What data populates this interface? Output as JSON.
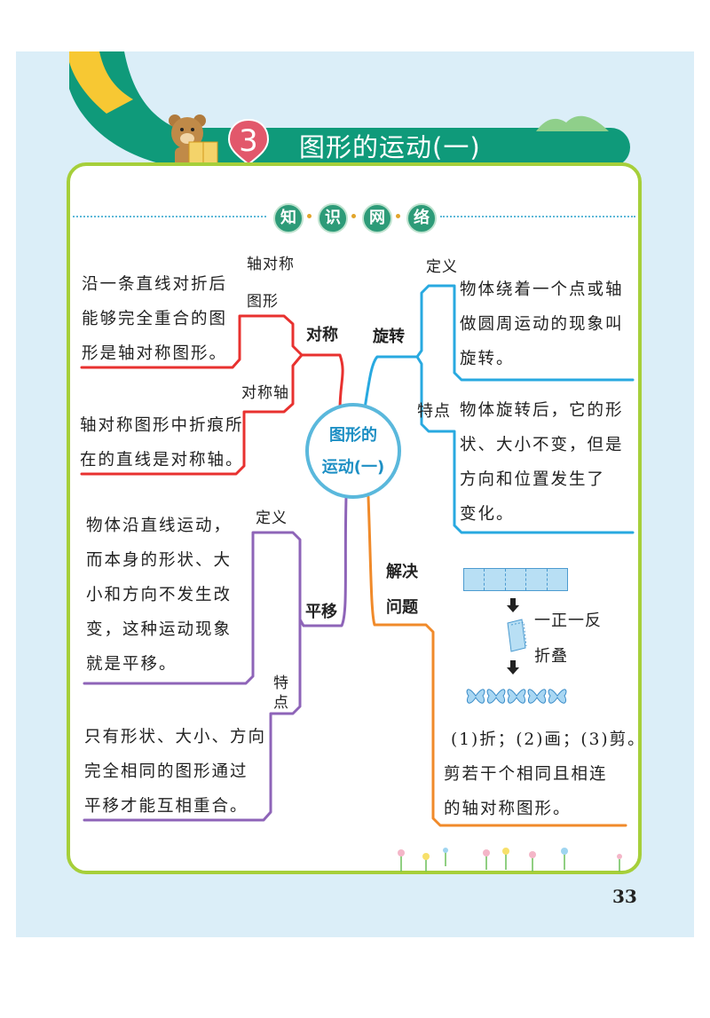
{
  "header": {
    "chapter_number": "3",
    "chapter_title": "图形的运动(一)",
    "section_title": [
      "知",
      "识",
      "网",
      "络"
    ]
  },
  "center_node": {
    "line1": "图形的",
    "line2": "运动(一)"
  },
  "branches": {
    "symmetry": {
      "label": "对称",
      "axis_figure": {
        "label_line1": "轴对称",
        "label_line2": "图形",
        "lines": [
          "沿一条直线对折后",
          "能够完全重合的图",
          "形是轴对称图形。"
        ]
      },
      "axis": {
        "label": "对称轴",
        "lines": [
          "轴对称图形中折痕所",
          "在的直线是对称轴。"
        ]
      }
    },
    "translation": {
      "label": "平移",
      "definition": {
        "label": "定义",
        "lines": [
          "物体沿直线运动，",
          "而本身的形状、大",
          "小和方向不发生改",
          "变，这种运动现象",
          "就是平移。"
        ]
      },
      "feature": {
        "label_line1": "特",
        "label_line2": "点",
        "lines": [
          "只有形状、大小、方向",
          "完全相同的图形通过",
          "平移才能互相重合。"
        ]
      }
    },
    "rotation": {
      "label": "旋转",
      "definition": {
        "label": "定义",
        "lines": [
          "物体绕着一个点或轴",
          "做圆周运动的现象叫",
          "旋转。"
        ]
      },
      "feature": {
        "label": "特点",
        "lines": [
          "物体旋转后，它的形",
          "状、大小不变，但是",
          "方向和位置发生了",
          "变化。"
        ]
      }
    },
    "problem_solving": {
      "label_line1": "解决",
      "label_line2": "问题",
      "fold_label_line1": "一正一反",
      "fold_label_line2": "折叠",
      "lines": [
        "(1)折；(2)画；(3)剪。",
        "剪若干个相同且相连",
        "的轴对称图形。"
      ]
    }
  },
  "colors": {
    "symmetry": "#e8312f",
    "rotation": "#28a9e0",
    "translation": "#8e64b8",
    "problem_solving": "#f08a2a",
    "banner": "#0f9a7a",
    "card_border": "#a6cf3a"
  },
  "page_number": "33"
}
